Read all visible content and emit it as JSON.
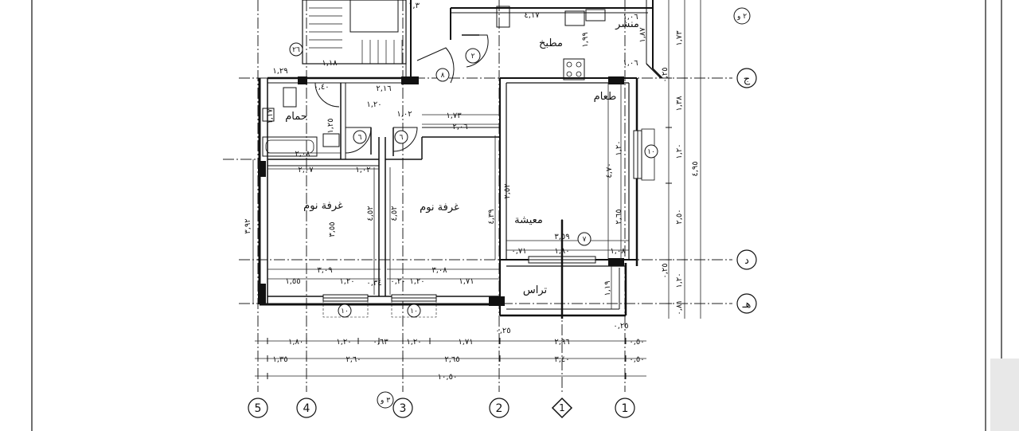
{
  "rooms": {
    "kitchen": "مطبخ",
    "pantry": "منشر",
    "dining": "طعام",
    "bathroom": "حمام",
    "bedroom_left": "غرفة نوم",
    "bedroom_right": "غرفة نوم",
    "living": "معيشة",
    "terrace": "تراس"
  },
  "grid_columns": [
    "5",
    "4",
    "3",
    "2",
    "1",
    "1"
  ],
  "grid_rows": [
    "ج",
    "د",
    "هـ"
  ],
  "markers": {
    "section_bottom": "٣ و",
    "section_top_right": "٢ و",
    "window_living": "١٠",
    "window_bed_left": "١٠",
    "window_bed_right": "١٠",
    "door_7": "٧",
    "door_2": "٢",
    "door_8": "٨",
    "door_6a": "٦",
    "door_6b": "٦",
    "tag_26": "٢٦"
  },
  "dims": {
    "bottom_row1": [
      "١,٨٠",
      "١,٢٠",
      "٠,٦٣",
      "١,٢٠",
      "١,٧١",
      "٢,٩٦",
      "٠,٥٠"
    ],
    "bottom_row2": [
      "١,٣٥",
      "٢,٦٠",
      "٢,٦٥",
      "٣,٤٠",
      "٠,٥٠"
    ],
    "bottom_total": "١٠,٥٠",
    "bottom_025a": "٠,٢٥",
    "bottom_025b": "٠,٢٥",
    "right_col1": [
      "١,٧٣",
      "١,٣٨",
      "١,٢٠",
      "٢,٥٠",
      "١,٢٠",
      "٠,٨١"
    ],
    "right_col1_extra": [
      "٠,٢٥",
      "٠,٢٥"
    ],
    "right_total": "٤,٩٥",
    "left_height": "٣,٩٢",
    "bath_width": "٢,٠٨",
    "bath_below": "٢,٠٧",
    "bath_below2": "١,٠٢",
    "bed_left_h": "٤,٥٢",
    "bed_right_h": "٤,٥٢",
    "bed_left_w": "٣,٥٥",
    "bed_left_bottom": "٣,٠٩",
    "bed_right_bottom": "٣,٠٨",
    "bed_left_parts": [
      "١,٥٥",
      "١,٢٠",
      "٠,٣٤"
    ],
    "bed_right_parts": [
      "٠,٢٠",
      "١,٢٠",
      "١,٧١"
    ],
    "living_w": "٣,٥٩",
    "living_parts": [
      "٠,٧١",
      "١,٨٠",
      "١,٠٨"
    ],
    "living_h": "٤,٣٩",
    "living_h2": "٤,٧٠",
    "living_right": "٢,٦٥",
    "living_right2": "١,٢٠",
    "dining_left": "٢,٥٢",
    "corr_173": "١,٧٣",
    "corr_206": "٢,٠٦",
    "corr_102": "١,٠٢",
    "corr_120": "١,٢٠",
    "corr_216": "٢,١٦",
    "corr_040": "٠,٤٠",
    "terrace_h": "١,١٩",
    "kitchen_w": "٤,١٧",
    "kitchen_h": "١,٨٧",
    "kitchen_side": "١,٩٩",
    "kitchen_106": "١,٠٦",
    "kitchen_106b": "١,٠٦",
    "bath_125": "١,٢٥",
    "bath_117": "١,١٧",
    "top_118": "١,١٨",
    "top_129": "١,٢٩",
    "top_13": "١,٣"
  }
}
